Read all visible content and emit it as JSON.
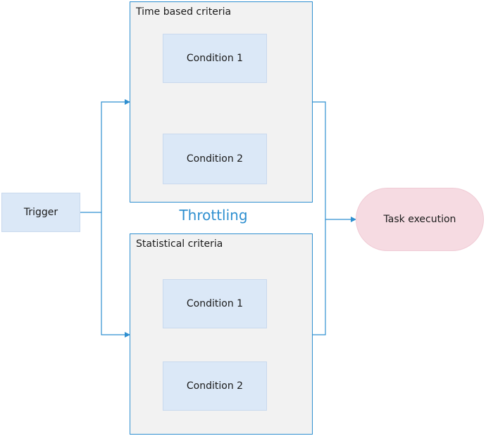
{
  "trigger": {
    "label": "Trigger"
  },
  "throttling_label": "Throttling",
  "task": {
    "label": "Task execution"
  },
  "groups": [
    {
      "title": "Time based criteria",
      "conditions": [
        "Condition 1",
        "Condition 2"
      ]
    },
    {
      "title": "Statistical criteria",
      "conditions": [
        "Condition 1",
        "Condition 2"
      ]
    }
  ],
  "colors": {
    "connector": "#2e8fd0",
    "group_bg": "#f2f2f2",
    "node_bg": "#dbe8f7",
    "task_bg": "#f6dbe2",
    "throttling_text": "#2e8fd0"
  }
}
